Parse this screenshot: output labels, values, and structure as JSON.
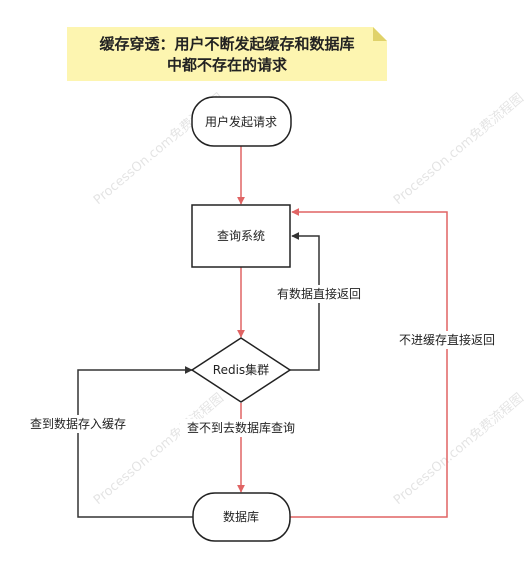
{
  "title": {
    "line1": "缓存穿透：用户不断发起缓存和数据库",
    "line2": "中都不存在的请求"
  },
  "nodes": {
    "start": "用户发起请求",
    "query_system": "查询系统",
    "redis": "Redis集群",
    "database": "数据库"
  },
  "edges": {
    "return_has_data": "有数据直接返回",
    "not_found_query_db": "查不到去数据库查询",
    "found_store_cache": "查到数据存入缓存",
    "return_no_cache": "不进缓存直接返回"
  },
  "watermark": "ProcessOn.com免费流程图",
  "colors": {
    "note_fill": "#fdf5b0",
    "note_fold": "#e0d26a",
    "red_arrow": "#e06464",
    "dark_line": "#333333",
    "node_stroke": "#222222"
  }
}
